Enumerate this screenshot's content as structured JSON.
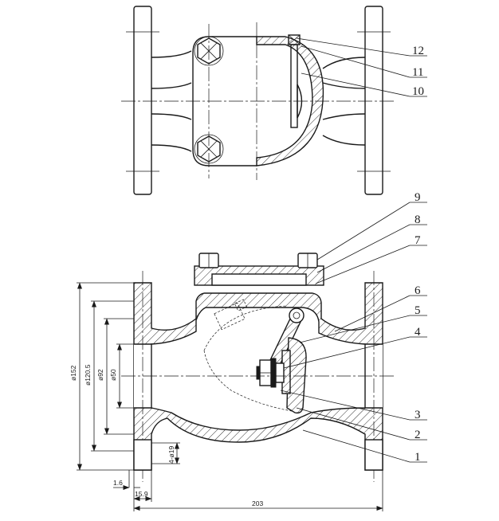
{
  "callouts": [
    "12",
    "11",
    "10",
    "9",
    "8",
    "7",
    "6",
    "5",
    "4",
    "3",
    "2",
    "1"
  ],
  "dimensions": {
    "d152": "ø152",
    "d120": "ø120.5",
    "d92": "ø92",
    "d50": "ø50",
    "holes": "4-ø19",
    "t16": "1.6",
    "t159": "15.9",
    "len": "203"
  },
  "colors": {
    "line": "#1a1a1a",
    "background": "#ffffff"
  }
}
